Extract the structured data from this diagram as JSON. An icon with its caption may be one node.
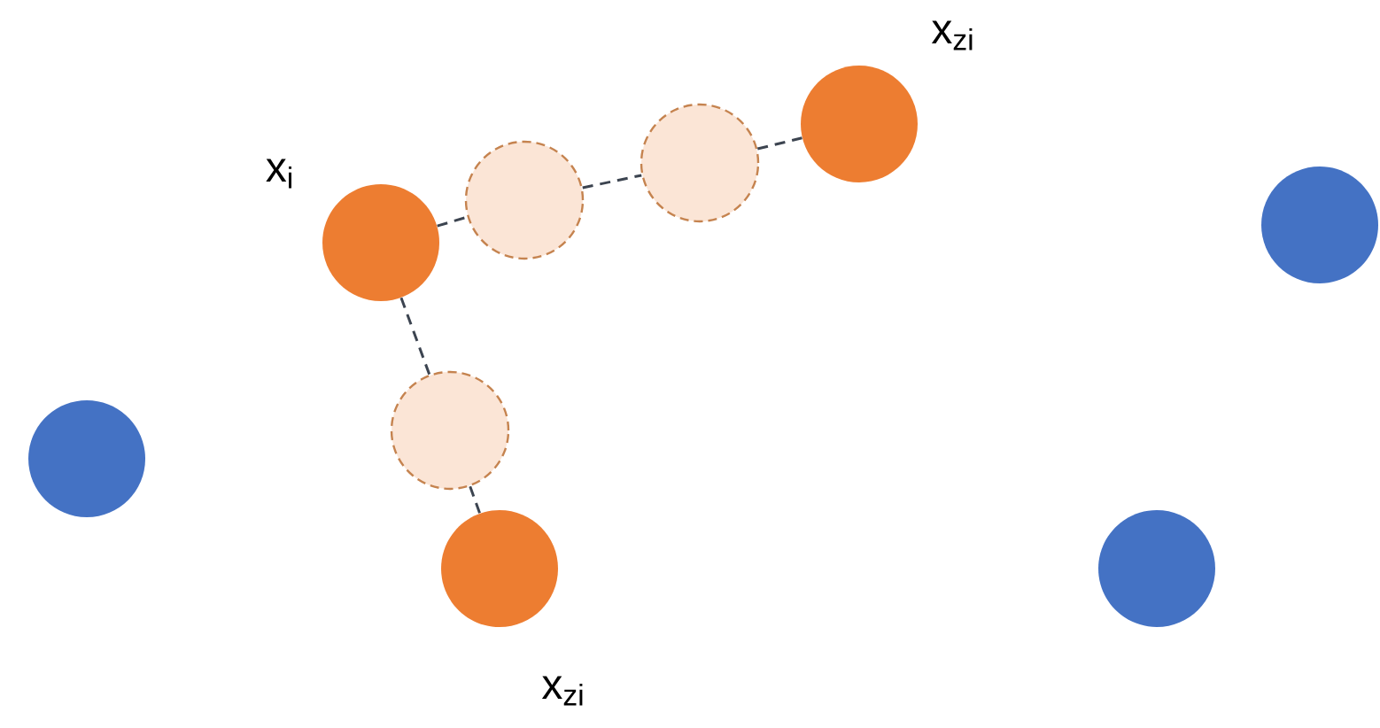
{
  "diagram": {
    "nodes": [
      {
        "text": [],
        "shape": "circle",
        "beside": [
          "x$_{i}$"
        ]
      },
      {
        "text": [],
        "shape": "circle"
      },
      {
        "text": [],
        "shape": "circle"
      },
      {
        "text": [],
        "shape": "circle",
        "beside": [
          "x$_{zi}$"
        ]
      },
      {
        "text": [],
        "shape": "circle"
      },
      {
        "text": [],
        "shape": "circle",
        "beside": [
          "x$_{zi}$"
        ]
      },
      {
        "text": [],
        "shape": "circle"
      },
      {
        "text": [],
        "shape": "circle"
      },
      {
        "text": [],
        "shape": "circle"
      }
    ],
    "edges": [
      {
        "from": 0,
        "to": 1,
        "arrow": "none",
        "style": "dashed"
      },
      {
        "from": 1,
        "to": 2,
        "arrow": "none",
        "style": "dashed"
      },
      {
        "from": 2,
        "to": 3,
        "arrow": "none",
        "style": "dashed"
      },
      {
        "from": 0,
        "to": 4,
        "arrow": "none",
        "style": "dashed"
      },
      {
        "from": 4,
        "to": 5,
        "arrow": "none",
        "style": "dashed"
      }
    ]
  }
}
